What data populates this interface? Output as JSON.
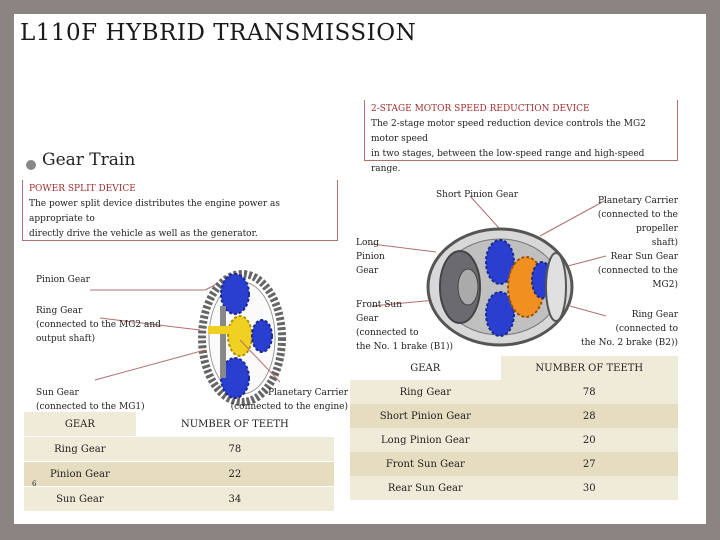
{
  "title": "L110F HYBRID TRANSMISSION",
  "motor_box": {
    "heading": "2-STAGE MOTOR SPEED REDUCTION DEVICE",
    "line1": "The 2-stage motor speed reduction device controls the MG2 motor speed",
    "line2": "in two stages, between the low-speed range and high-speed range."
  },
  "bullet": "Gear Train",
  "split_box": {
    "heading": "POWER SPLIT DEVICE",
    "line1": "The power split device distributes the engine power as appropriate to",
    "line2": "directly drive the vehicle as well as the generator."
  },
  "left_labels": {
    "pinion": "Pinion Gear",
    "ring1": "Ring Gear",
    "ring2": "(connected to the MG2 and",
    "ring3": "output shaft)",
    "sun1": "Sun Gear",
    "sun2": "(connected to the MG1)",
    "carrier1": "Planetary Carrier",
    "carrier2": "(connected to the engine)"
  },
  "right_labels": {
    "short_pinion": "Short Pinion Gear",
    "long1": "Long",
    "long2": "Pinion",
    "long3": "Gear",
    "carrier1": "Planetary Carrier",
    "carrier2": "(connected to the propeller",
    "carrier3": "shaft)",
    "rear1": "Rear Sun Gear",
    "rear2": "(connected to the",
    "rear3": "MG2)",
    "front1": "Front Sun",
    "front2": "Gear",
    "front3": "(connected to",
    "front4": "the No. 1 brake (B1))",
    "ring1": "Ring Gear",
    "ring2": "(connected to",
    "ring3": "the No. 2 brake (B2))"
  },
  "left_table": {
    "headers": [
      "GEAR",
      "NUMBER OF TEETH"
    ],
    "rows": [
      [
        "Ring Gear",
        "78"
      ],
      [
        "Pinion Gear",
        "22"
      ],
      [
        "Sun Gear",
        "34"
      ]
    ]
  },
  "right_table": {
    "headers": [
      "GEAR",
      "NUMBER OF TEETH"
    ],
    "rows": [
      [
        "Ring Gear",
        "78"
      ],
      [
        "Short Pinion Gear",
        "28"
      ],
      [
        "Long Pinion Gear",
        "20"
      ],
      [
        "Front Sun Gear",
        "27"
      ],
      [
        "Rear Sun Gear",
        "30"
      ]
    ]
  },
  "page_number": "6",
  "colors": {
    "border": "#b07070",
    "heading": "#a03030",
    "gear_blue": "#2a3fd0",
    "gear_yellow": "#f0d020",
    "gear_orange": "#f09020",
    "band": "#f0ead8"
  }
}
